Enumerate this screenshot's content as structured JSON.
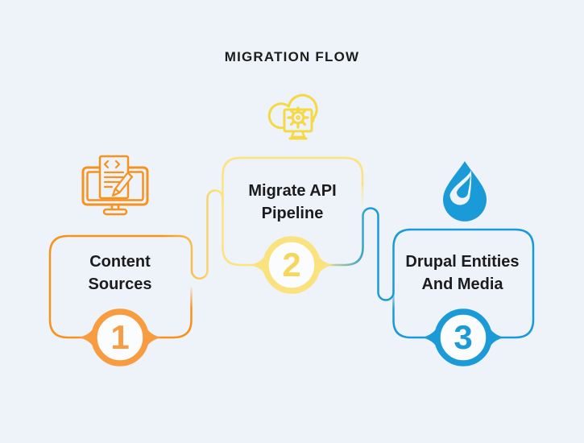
{
  "title": "MIGRATION FLOW",
  "steps": [
    {
      "number": "1",
      "label": [
        "Content",
        "Sources"
      ],
      "accent": "#F6921E",
      "ring_color": "#F79C40",
      "icon": "code-document-monitor-icon"
    },
    {
      "number": "2",
      "label": [
        "Migrate API",
        "Pipeline"
      ],
      "accent": "#FBE37E",
      "ring_color": "#FAE37F",
      "icon": "cloud-gear-monitor-icon"
    },
    {
      "number": "3",
      "label": [
        "Drupal Entities",
        "And Media"
      ],
      "accent": "#1B9AD8",
      "ring_color": "#1B9AD8",
      "icon": "drupal-drop-icon"
    }
  ],
  "colors": {
    "background": "#EDF3F8",
    "title_text": "#1C1C1C",
    "label_text": "#1C1C1E",
    "orange_line": "#F6921E",
    "yellow_line": "#FBE37E",
    "yellow_icon": "#F5D844",
    "blue_line": "#1B9AD8",
    "circle_fill": "#FBFCFD"
  }
}
